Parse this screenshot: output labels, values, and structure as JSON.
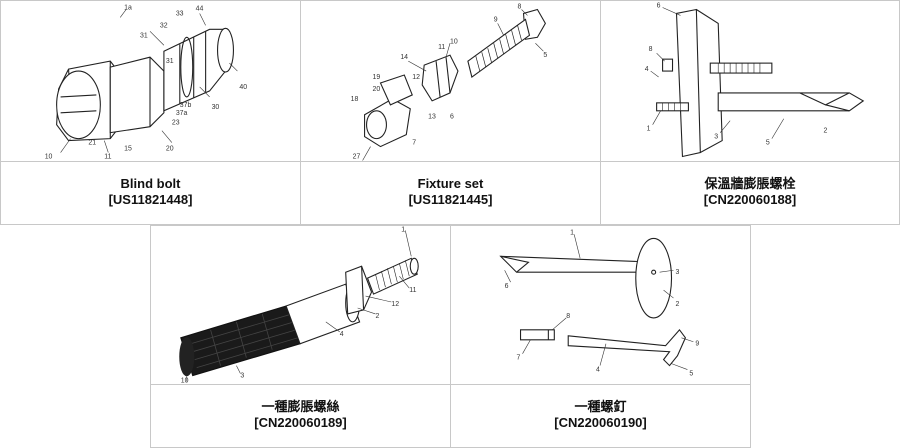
{
  "cards": [
    {
      "title": "Blind bolt",
      "number": "[US11821448]",
      "labels": [
        "1a",
        "44",
        "31",
        "33",
        "32",
        "31",
        "40",
        "30",
        "37b",
        "37a",
        "23",
        "20",
        "10",
        "11",
        "15",
        "21"
      ]
    },
    {
      "title": "Fixture set",
      "number": "[US11821445]",
      "labels": [
        "8",
        "9",
        "5",
        "10",
        "11",
        "14",
        "12",
        "19",
        "20",
        "18",
        "13",
        "6",
        "27",
        "7"
      ]
    },
    {
      "title": "保溫牆膨脹螺栓",
      "number": "[CN220060188]",
      "labels": [
        "6",
        "8",
        "4",
        "1",
        "3",
        "5",
        "2"
      ]
    },
    {
      "title": "一種膨脹螺絲",
      "number": "[CN220060189]",
      "labels": [
        "1",
        "11",
        "12",
        "2",
        "4",
        "3",
        "10"
      ]
    },
    {
      "title": "一種螺釘",
      "number": "[CN220060190]",
      "labels": [
        "1",
        "3",
        "6",
        "2",
        "8",
        "7",
        "4",
        "9",
        "5"
      ]
    }
  ]
}
